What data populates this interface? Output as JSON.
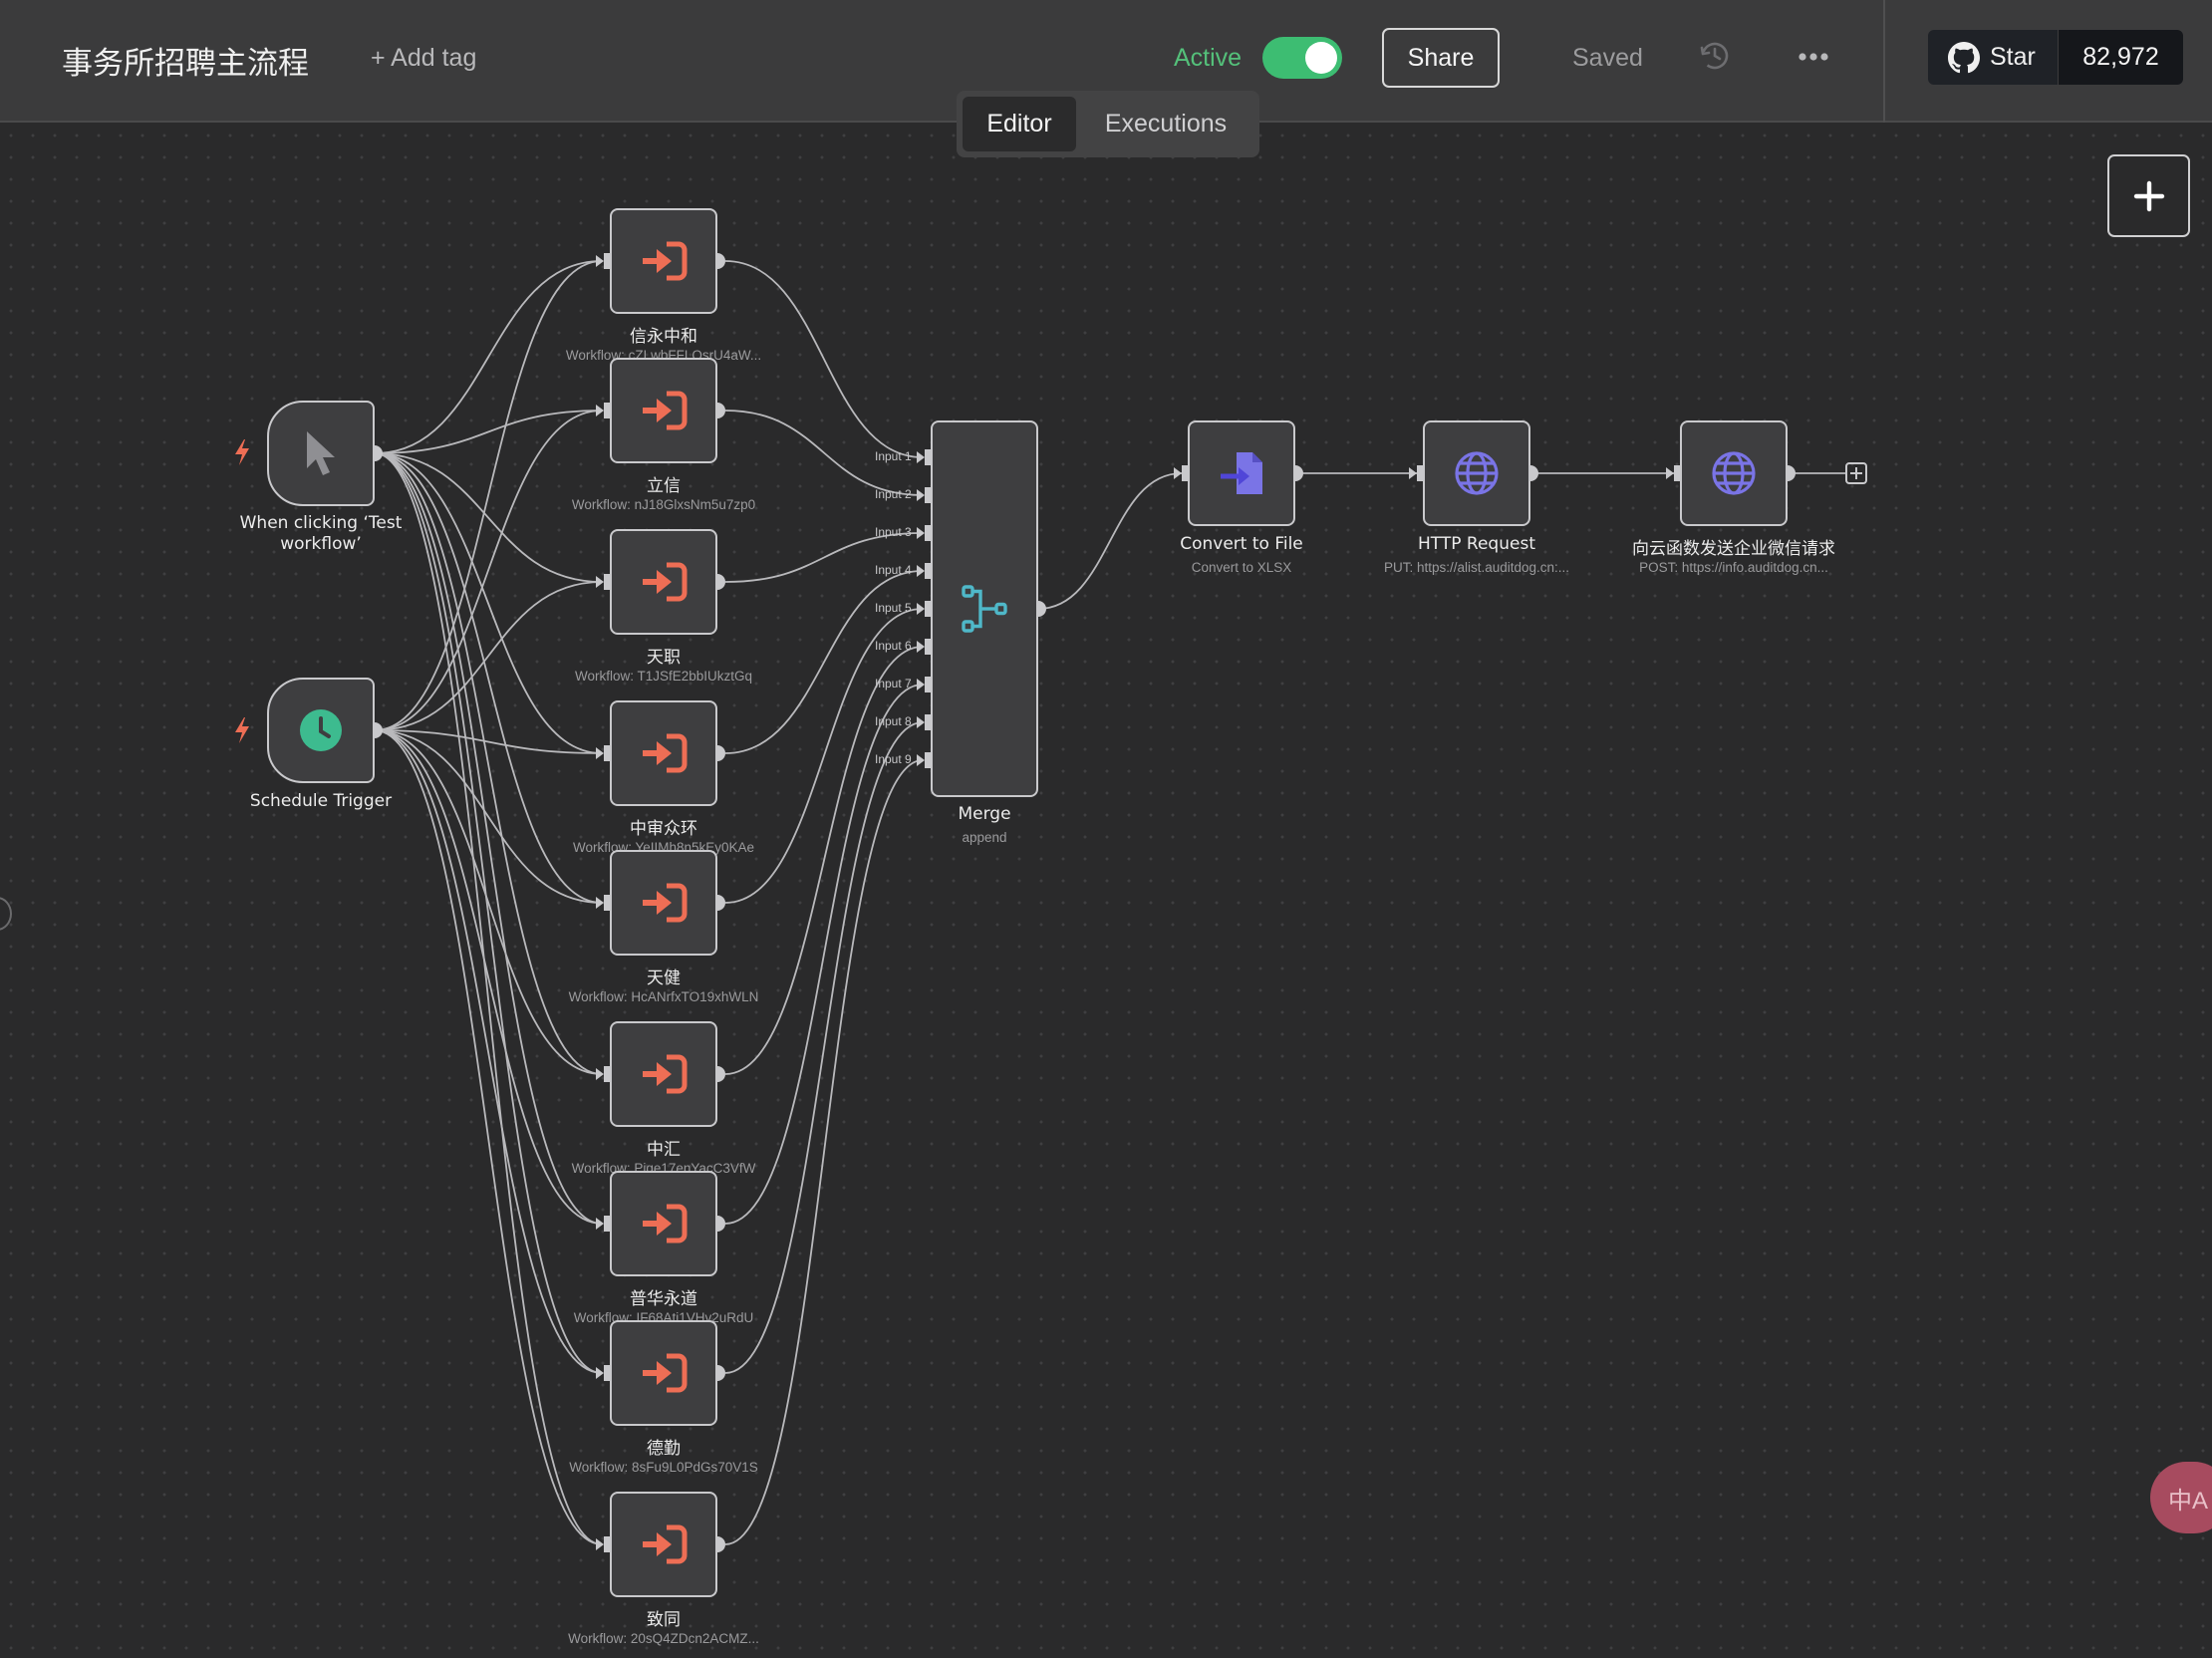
{
  "header": {
    "workflow_title": "事务所招聘主流程",
    "add_tag": "+ Add tag",
    "active_label": "Active",
    "active_on": true,
    "share_label": "Share",
    "saved_label": "Saved",
    "github_star_label": "Star",
    "github_star_count": "82,972"
  },
  "tabs": {
    "editor": "Editor",
    "executions": "Executions",
    "selected": "Editor"
  },
  "colors": {
    "accent_green": "#3dbd72",
    "execute_workflow_icon": "#ee6e55",
    "http_icon": "#7a74e6",
    "merge_icon": "#4fb8c9",
    "schedule_icon": "#3dbb8f"
  },
  "icons": {
    "history": "history-icon",
    "more": "more-horizontal-icon",
    "github": "github-icon",
    "add": "plus-icon",
    "trigger_manual": "cursor-icon",
    "trigger_schedule": "clock-icon",
    "execute_workflow": "sign-in-icon",
    "merge": "merge-icon",
    "convert": "file-convert-icon",
    "http": "globe-icon",
    "translate": "translate-icon"
  },
  "nodes": {
    "manual_trigger": {
      "title": "When clicking ‘Test",
      "title2": "workflow’"
    },
    "schedule_trigger": {
      "title": "Schedule Trigger"
    },
    "executes": [
      {
        "title": "信永中和",
        "subtitle": "Workflow: cZLwbFFLOsrU4aW..."
      },
      {
        "title": "立信",
        "subtitle": "Workflow: nJ18GlxsNm5u7zp0"
      },
      {
        "title": "天职",
        "subtitle": "Workflow: T1JSfE2bbIUkztGq"
      },
      {
        "title": "中审众环",
        "subtitle": "Workflow: YeIIMh8n5kEy0KAe"
      },
      {
        "title": "天健",
        "subtitle": "Workflow: HcANrfxTO19xhWLN"
      },
      {
        "title": "中汇",
        "subtitle": "Workflow: Pige17enYacC3VfW"
      },
      {
        "title": "普华永道",
        "subtitle": "Workflow: IF68Ati1VHv2uRdU"
      },
      {
        "title": "德勤",
        "subtitle": "Workflow: 8sFu9L0PdGs70V1S"
      },
      {
        "title": "致同",
        "subtitle": "Workflow: 20sQ4ZDcn2ACMZ..."
      }
    ],
    "merge": {
      "title": "Merge",
      "subtitle": "append",
      "inputs": [
        "Input 1",
        "Input 2",
        "Input 3",
        "Input 4",
        "Input 5",
        "Input 6",
        "Input 7",
        "Input 8",
        "Input 9"
      ]
    },
    "convert": {
      "title": "Convert to File",
      "subtitle": "Convert to XLSX"
    },
    "http1": {
      "title": "HTTP Request",
      "subtitle": "PUT: https://alist.auditdog.cn:..."
    },
    "http2": {
      "title": "向云函数发送企业微信请求",
      "subtitle": "POST: https://info.auditdog.cn..."
    }
  },
  "translate_button": "中A"
}
